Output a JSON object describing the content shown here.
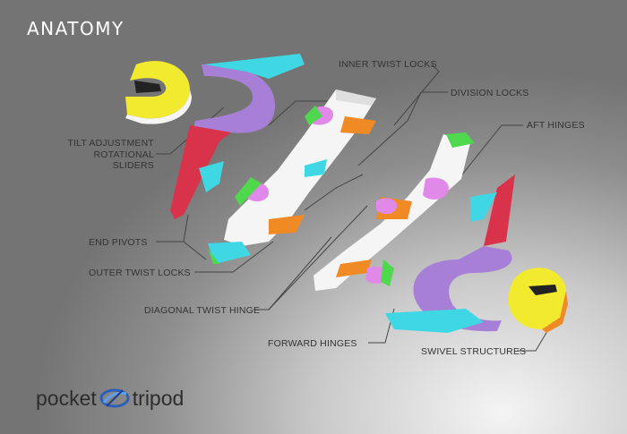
{
  "page": {
    "title": "ANATOMY"
  },
  "labels": {
    "inner_twist_locks": "INNER TWIST LOCKS",
    "division_locks": "DIVISION LOCKS",
    "aft_hinges": "AFT HINGES",
    "tilt_adjustment_1": "TILT ADJUSTMENT",
    "tilt_adjustment_2": "ROTATIONAL",
    "tilt_adjustment_3": "SLIDERS",
    "end_pivots": "END PIVOTS",
    "outer_twist_locks": "OUTER TWIST LOCKS",
    "diagonal_twist_hinge": "DIAGONAL TWIST HINGE",
    "forward_hinges": "FORWARD HINGES",
    "swivel_structures": "SWIVEL STRUCTURES"
  },
  "logo": {
    "word_left": "pocket",
    "word_right": "tripod",
    "mark_icon": "tripod-swirl-icon"
  },
  "colors": {
    "yellow": "#f2ea2e",
    "purple": "#a77fd6",
    "red": "#d8334a",
    "cyan": "#3fd7e3",
    "green": "#4fd84e",
    "orange": "#f08a24",
    "magenta": "#e089e8",
    "white_part": "#f5f5f5",
    "leader": "#444444"
  }
}
